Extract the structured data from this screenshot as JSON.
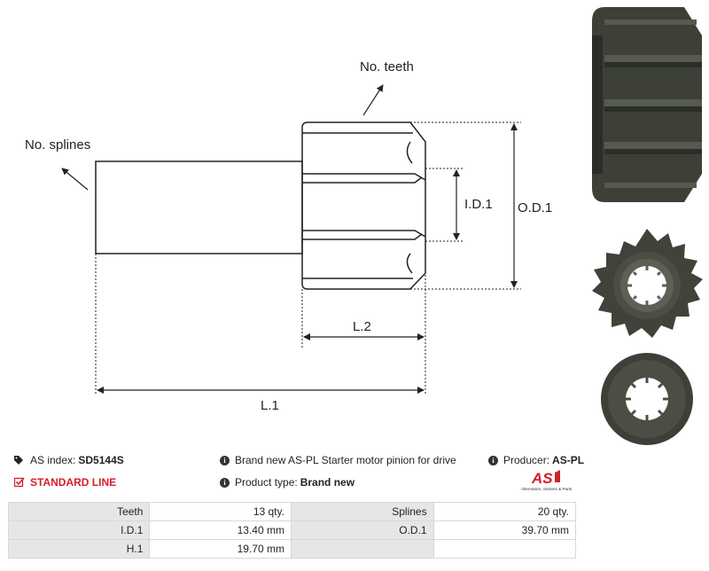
{
  "drawing": {
    "label_teeth": "No. teeth",
    "label_splines": "No. splines",
    "label_id": "I.D.1",
    "label_od": "O.D.1",
    "label_l2": "L.2",
    "label_l1": "L.1"
  },
  "info": {
    "index_label": "AS index:",
    "index_value": "SD5144S",
    "line_label": "STANDARD LINE",
    "description": "Brand new AS-PL Starter motor pinion for drive",
    "type_label": "Product type:",
    "type_value": "Brand new",
    "producer_label": "Producer:",
    "producer_value": "AS-PL"
  },
  "logo": {
    "mark": "AS",
    "tagline": "Alternators, Starters & Parts",
    "color": "#d3202a"
  },
  "specs": [
    [
      "Teeth",
      "13 qty.",
      "Splines",
      "20 qty."
    ],
    [
      "I.D.1",
      "13.40 mm",
      "O.D.1",
      "39.70 mm"
    ],
    [
      "H.1",
      "19.70 mm",
      "",
      ""
    ]
  ],
  "colors": {
    "accent_red": "#d3202a",
    "metal_dark": "#3c4037",
    "table_label_bg": "#e6e6e6"
  },
  "icons": [
    "tags-icon",
    "checkbox-icon",
    "info-icon"
  ]
}
